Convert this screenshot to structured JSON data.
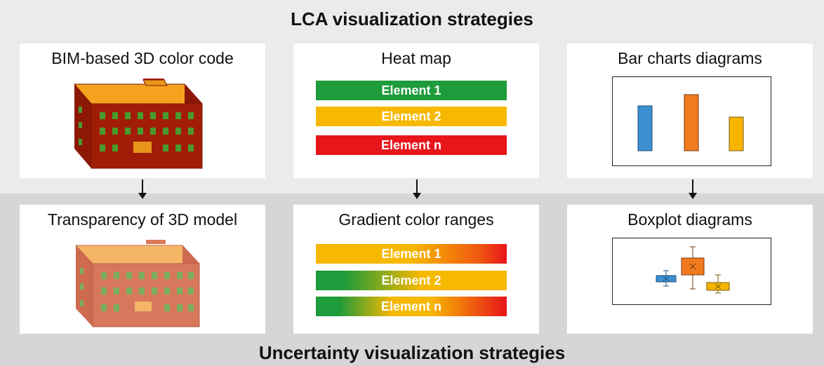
{
  "lca": {
    "title": "LCA visualization strategies",
    "panels": {
      "bim": {
        "title": "BIM-based 3D color code"
      },
      "heatmap": {
        "title": "Heat map",
        "elements": [
          "Element 1",
          "Element 2",
          "Element n"
        ]
      },
      "bar": {
        "title": "Bar charts diagrams"
      }
    }
  },
  "uncertainty": {
    "title": "Uncertainty visualization strategies",
    "panels": {
      "transparency": {
        "title": "Transparency of 3D model"
      },
      "gradient": {
        "title": "Gradient color ranges",
        "elements": [
          "Element 1",
          "Element 2",
          "Element n"
        ]
      },
      "boxplot": {
        "title": "Boxplot diagrams"
      }
    }
  },
  "colors": {
    "green": "#1e9b3a",
    "yellow": "#f7b800",
    "red": "#e8151b",
    "blue": "#3d8fcf",
    "orange": "#f07a1e",
    "gold": "#f7b500",
    "brick": "#a11d08"
  }
}
